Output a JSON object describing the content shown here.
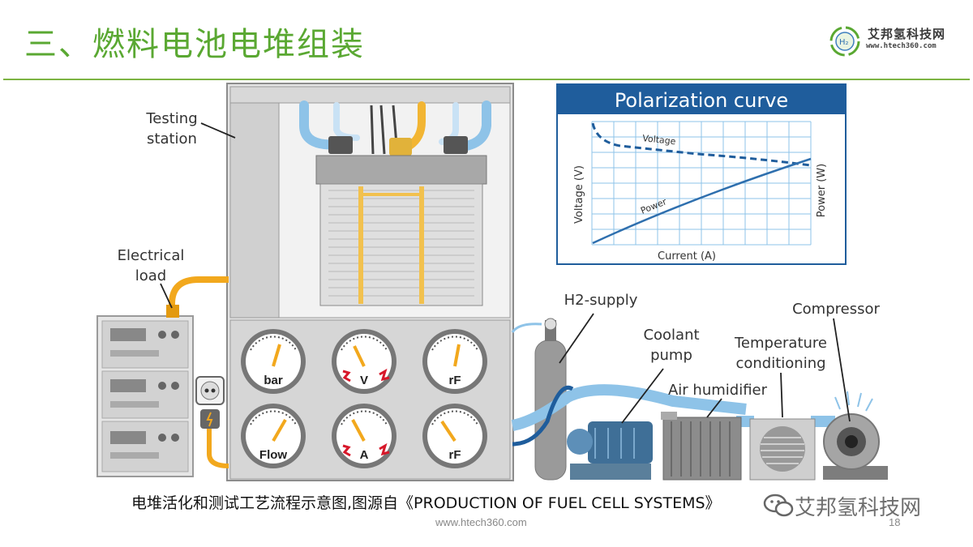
{
  "slide": {
    "title": "三、燃料电池电堆组装",
    "logo_name": "艾邦氢科技网",
    "logo_url": "www.htech360.com",
    "logo_badge": "H₂"
  },
  "labels": {
    "testing_station_1": "Testing",
    "testing_station_2": "station",
    "electrical_load_1": "Electrical",
    "electrical_load_2": "load",
    "h2_supply": "H2-supply",
    "coolant_pump_1": "Coolant",
    "coolant_pump_2": "pump",
    "air_humidifier": "Air humidifier",
    "temp_cond_1": "Temperature",
    "temp_cond_2": "conditioning",
    "compressor": "Compressor"
  },
  "gauges": [
    {
      "label": "bar"
    },
    {
      "label": "V"
    },
    {
      "label": "rF"
    },
    {
      "label": "Flow"
    },
    {
      "label": "A"
    },
    {
      "label": "rF"
    }
  ],
  "polarization": {
    "title": "Polarization curve",
    "ylabel": "Voltage (V)",
    "y2label": "Power (W)",
    "xlabel": "Current (A)",
    "voltage_curve_label": "Voltage",
    "power_curve_label": "Power"
  },
  "caption": "电堆活化和测试工艺流程示意图,图源自《PRODUCTION OF FUEL CELL SYSTEMS》",
  "footer": {
    "url": "www.htech360.com",
    "page": "18",
    "watermark": "艾邦氢科技网"
  },
  "colors": {
    "title_green": "#5aa832",
    "chart_blue": "#1f5d9c",
    "pipe_blue": "#8ec3e8",
    "cable_orange": "#f2a81d"
  },
  "icons": {
    "logo": "h2-leaf-logo",
    "watermark": "wechat-icon",
    "socket": "power-socket-icon",
    "plug": "power-plug-icon"
  }
}
